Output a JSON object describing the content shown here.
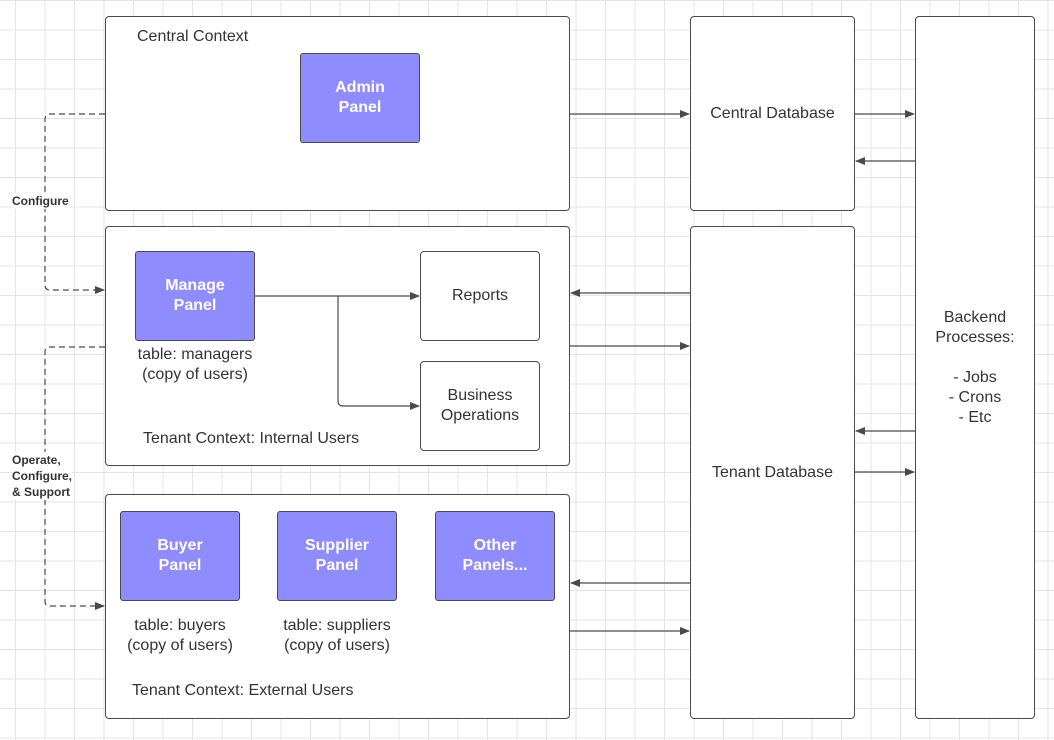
{
  "central_context": {
    "title": "Central Context",
    "admin_panel": "Admin\nPanel"
  },
  "internal_context": {
    "title": "Tenant Context: Internal Users",
    "manage_panel": "Manage\nPanel",
    "manage_table": "table: managers\n(copy of users)",
    "reports": "Reports",
    "business_operations": "Business\nOperations"
  },
  "external_context": {
    "title": "Tenant Context: External Users",
    "buyer_panel": "Buyer\nPanel",
    "buyer_table": "table: buyers\n(copy of users)",
    "supplier_panel": "Supplier\nPanel",
    "supplier_table": "table: suppliers\n(copy of users)",
    "other_panels": "Other\nPanels..."
  },
  "central_database": "Central Database",
  "tenant_database": "Tenant Database",
  "backend": "Backend\nProcesses:\n\n- Jobs\n- Crons\n- Etc",
  "edges": {
    "configure": "Configure",
    "operate": "Operate,\nConfigure,\n& Support"
  },
  "colors": {
    "panel_fill": "#8f8cff",
    "border": "#4a4a4a",
    "grid": "#e4e4e4"
  }
}
